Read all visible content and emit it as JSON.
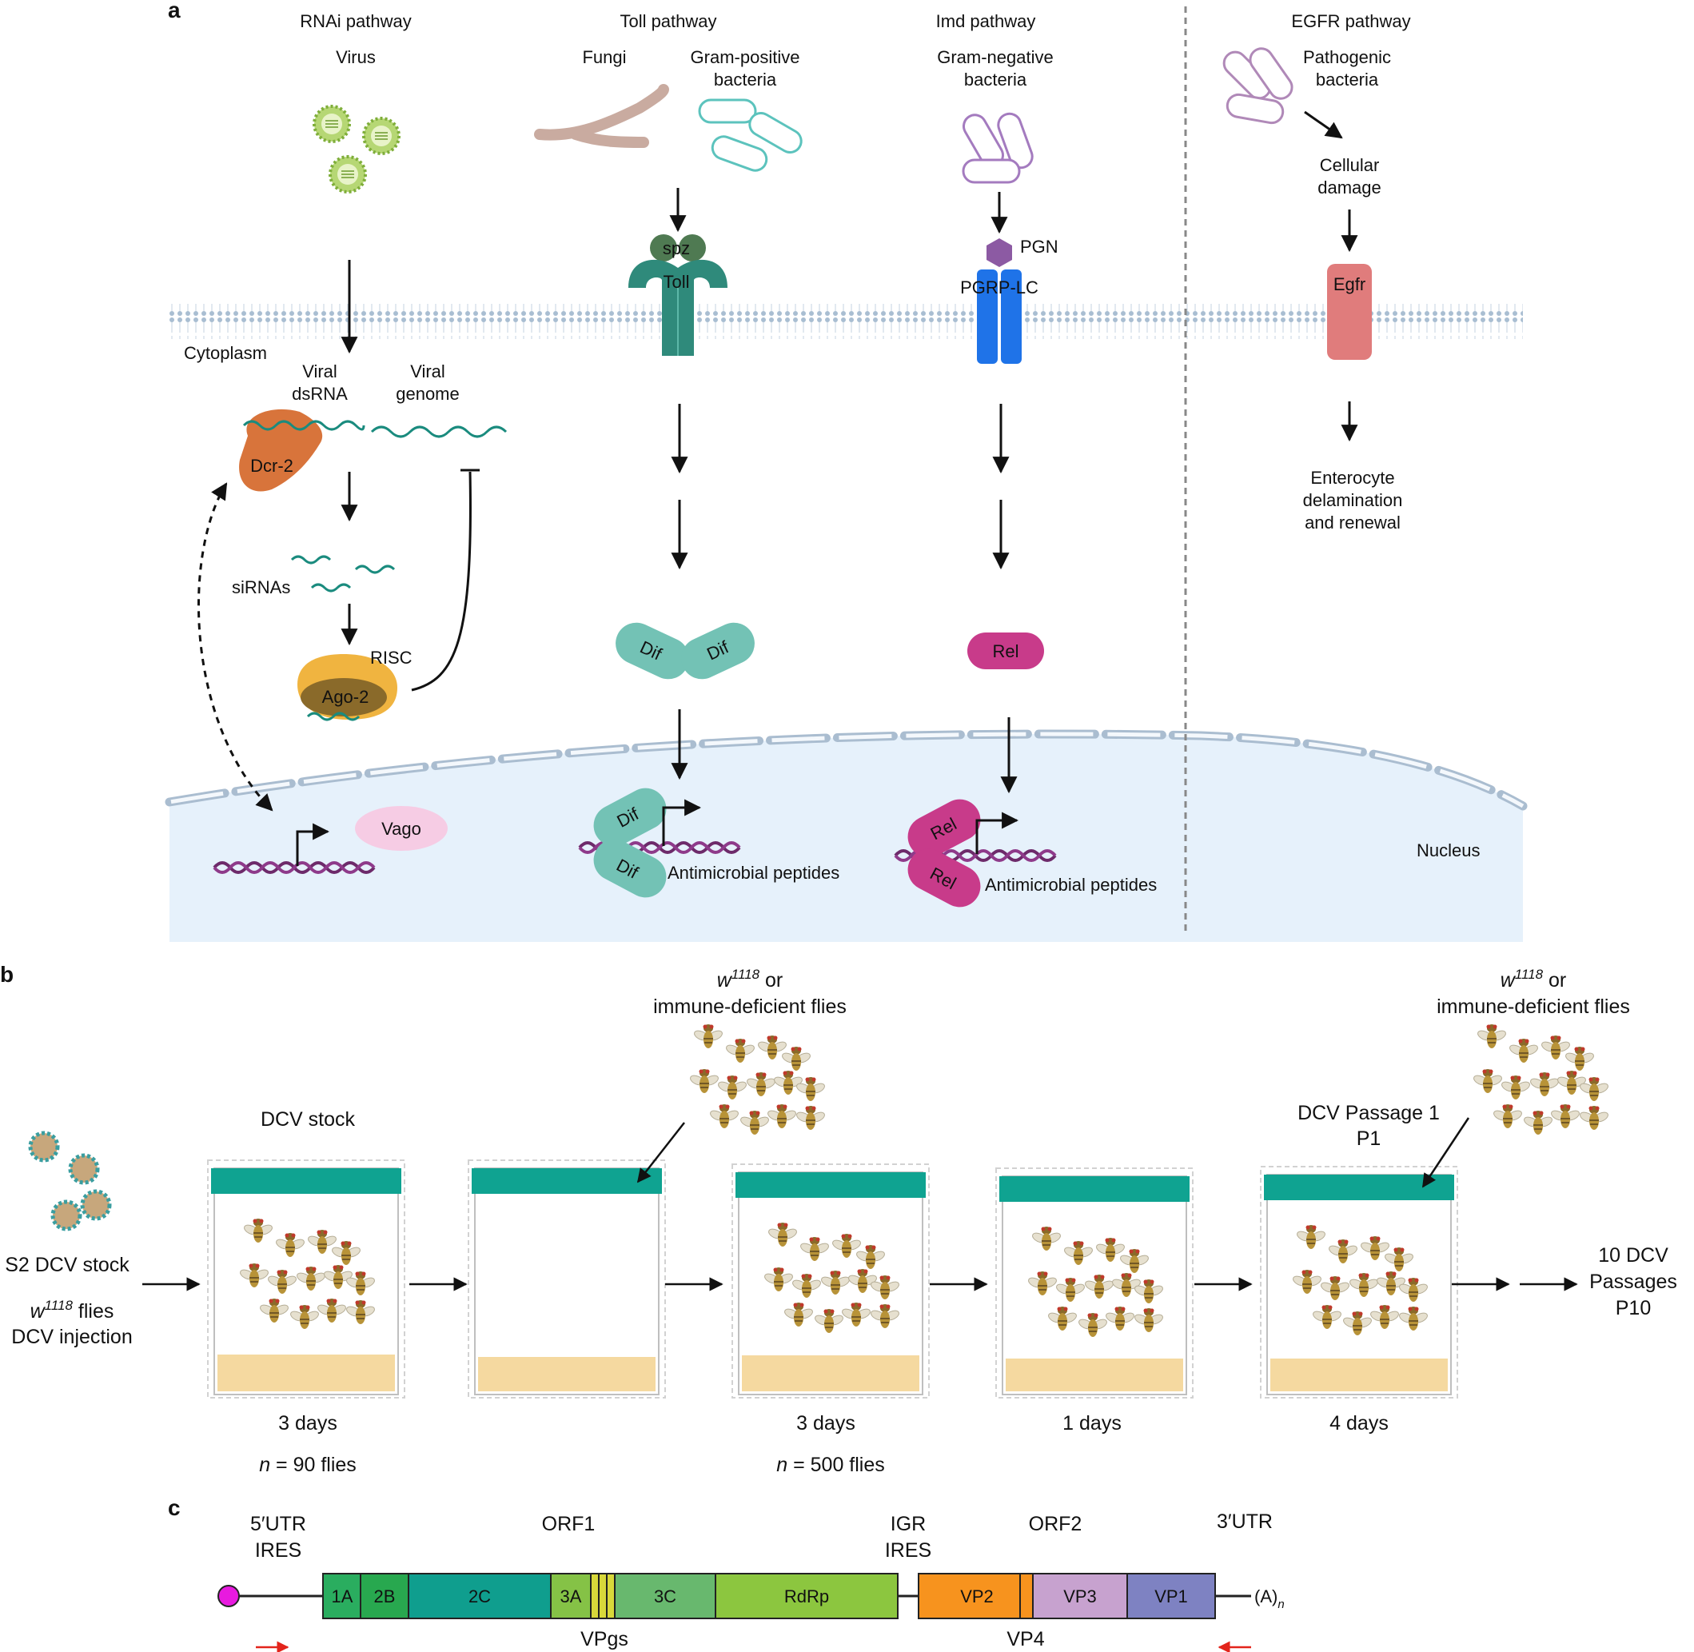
{
  "panels": {
    "a": "a",
    "b": "b",
    "c": "c"
  },
  "panel_a": {
    "pathways": {
      "rnai": "RNAi pathway",
      "toll": "Toll pathway",
      "imd": "Imd pathway",
      "egfr": "EGFR pathway"
    },
    "virus": "Virus",
    "fungi": "Fungi",
    "gram_pos": [
      "Gram-positive",
      "bacteria"
    ],
    "gram_neg": [
      "Gram-negative",
      "bacteria"
    ],
    "pathogenic": [
      "Pathogenic",
      "bacteria"
    ],
    "cellular_damage": [
      "Cellular",
      "damage"
    ],
    "spz": "spz",
    "toll": "Toll",
    "pgn": "PGN",
    "pgrp": "PGRP-LC",
    "egfr": "Egfr",
    "cytoplasm": "Cytoplasm",
    "viral_dsrna": [
      "Viral",
      "dsRNA"
    ],
    "viral_genome": [
      "Viral",
      "genome"
    ],
    "dcr2": "Dcr-2",
    "sirnas": "siRNAs",
    "risc": "RISC",
    "ago2": "Ago-2",
    "dif": "Dif",
    "rel": "Rel",
    "vago": "Vago",
    "amp": "Antimicrobial peptides",
    "nucleus": "Nucleus",
    "enterocyte": [
      "Enterocyte",
      "delamination",
      "and renewal"
    ]
  },
  "panel_b": {
    "s2_stock": "S2 DCV stock",
    "flies_w": "w",
    "flies_sup": "1118",
    "flies_suffix": " flies",
    "injection": "DCV injection",
    "dcv_stock": "DCV stock",
    "w1118_or_w": "w",
    "w1118_or_sup": "1118",
    "w1118_or_suffix": " or",
    "immune_deficient": "immune-deficient flies",
    "passage1": [
      "DCV Passage 1",
      "P1"
    ],
    "durations": [
      "3 days",
      "3 days",
      "1 days",
      "4 days"
    ],
    "n_italic": "n",
    "n_rest": [
      " = 90 flies",
      " = 500 flies"
    ],
    "final": [
      "10 DCV",
      "Passages",
      "P10"
    ]
  },
  "panel_c": {
    "utr5": [
      "5′UTR",
      "IRES"
    ],
    "orf1": "ORF1",
    "igr": [
      "IGR",
      "IRES"
    ],
    "orf2": "ORF2",
    "utr3": "3′UTR",
    "segments": [
      "1A",
      "2B",
      "2C",
      "3A",
      "3C",
      "RdRp",
      "VP2",
      "VP3",
      "VP1"
    ],
    "polya": "(A)",
    "polya_sub": "n",
    "vpgs": "VPgs",
    "vp4": "VP4"
  },
  "colors": {
    "toll_teal": "#2f8a7b",
    "pgrp_blue": "#1f73e8",
    "egfr_red": "#e07c7c",
    "dcr2_orange": "#d8743b",
    "ago_yellow": "#f0b440",
    "dif_teal": "#73c2b5",
    "rel_magenta": "#c83b8a",
    "vial_cap": "#0fa391",
    "food": "#f5d9a0",
    "dsrna_purple": "#6d2a6a",
    "nucleus": "#e6f1fb",
    "membrane": "#a9bed2"
  }
}
